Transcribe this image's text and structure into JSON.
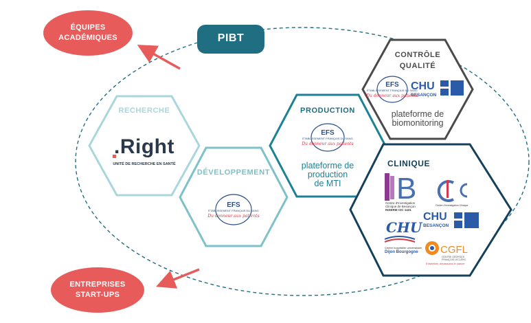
{
  "outer": {
    "equipes": "ÉQUIPES\nACADÉMIQUES",
    "entreprises": "ENTREPRISES\nSTART-UPS",
    "pibt": "PIBT"
  },
  "hexes": {
    "recherche": {
      "title": "RECHERCHE",
      "logo_text": ".Right",
      "logo_sub": "UNITÉ DE RECHERCHE EN SANTÉ"
    },
    "developpement": {
      "title": "DÉVELOPPEMENT"
    },
    "production": {
      "title": "PRODUCTION",
      "subtitle": "plateforme de\nproduction\nde MTI"
    },
    "controle": {
      "title": "CONTRÔLE\nQUALITÉ",
      "subtitle": "plateforme de\nbiomonitoring"
    },
    "clinique": {
      "title": "CLINIQUE"
    }
  },
  "logos": {
    "efs": {
      "name": "EFS",
      "tagline": "ÉTABLISSEMENT FRANÇAIS DU SANG",
      "slogan": "Du donneur aux patients"
    },
    "chu_besancon": {
      "name": "CHU",
      "city": "BESANÇON"
    },
    "cic_besancon": {
      "letters": "CIC B",
      "line1": "Centre d'Investigation",
      "line2": "Clinique de Besançon",
      "line3": "INSERM CIC 1431"
    },
    "cic_dijon": {
      "letters": "CIC",
      "line1": "Centre d'Investigation Clinique"
    },
    "chu_dijon": {
      "name": "CHU",
      "line1": "Centre hospitalier universitaire",
      "line2": "Dijon Bourgogne"
    },
    "cgfl": {
      "name": "CGFL",
      "line1": "CENTRE GEORGES",
      "line2": "FRANÇOIS LECLERC",
      "line3": "Ensemble, dépassons le cancer"
    }
  },
  "colors": {
    "red": "#e85b5b",
    "teal_dark": "#1f6e82",
    "teal_light": "#a9d6dc",
    "teal_mid": "#1d8194",
    "grey_dark": "#4a4a4a",
    "navy": "#14405c",
    "efs_blue": "#2b4f88",
    "efs_red": "#d63a4a"
  }
}
